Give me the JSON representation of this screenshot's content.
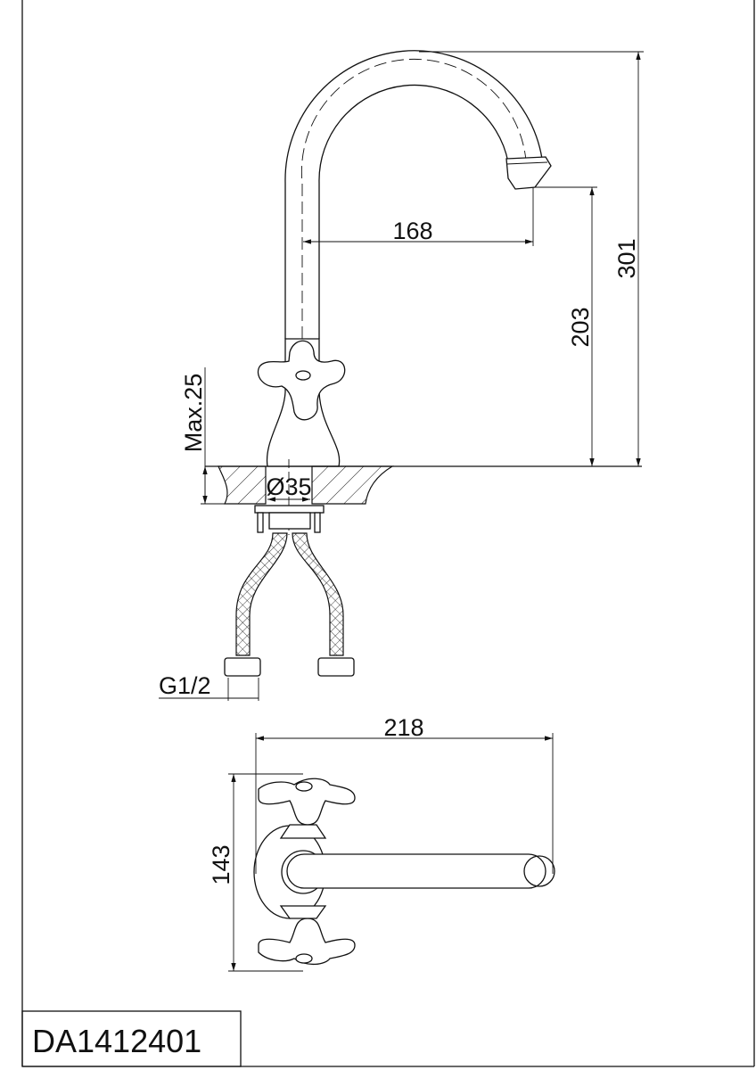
{
  "drawing": {
    "model_code": "DA1412401",
    "dimensions": {
      "spout_reach": "168",
      "spout_height": "203",
      "total_height": "301",
      "max_counter_thickness": "Max.25",
      "hole_diameter": "Ø35",
      "connection_thread": "G1/2",
      "top_view_width": "218",
      "top_view_depth": "143"
    }
  }
}
